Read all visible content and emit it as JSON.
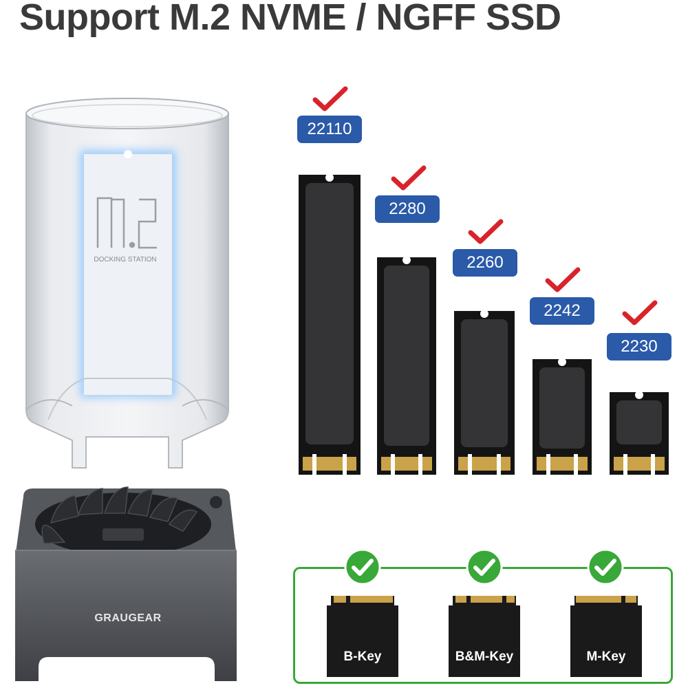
{
  "title": "Support M.2 NVME / NGFF SSD",
  "product": {
    "brand": "GRAUGEAR",
    "label_big": "M.2",
    "label_small": "DOCKING STATION"
  },
  "sizes": [
    {
      "label": "22110"
    },
    {
      "label": "2280"
    },
    {
      "label": "2260"
    },
    {
      "label": "2242"
    },
    {
      "label": "2230"
    }
  ],
  "keys": [
    {
      "label": "B-Key"
    },
    {
      "label": "B&M-Key"
    },
    {
      "label": "M-Key"
    }
  ],
  "colors": {
    "badge": "#2a5aa8",
    "check_red": "#d8232a",
    "check_green": "#38a838",
    "title": "#3a3a3a",
    "ssd_pcb": "#1a1a1a",
    "ssd_chip": "#333333",
    "gold": "#c9a24a"
  }
}
